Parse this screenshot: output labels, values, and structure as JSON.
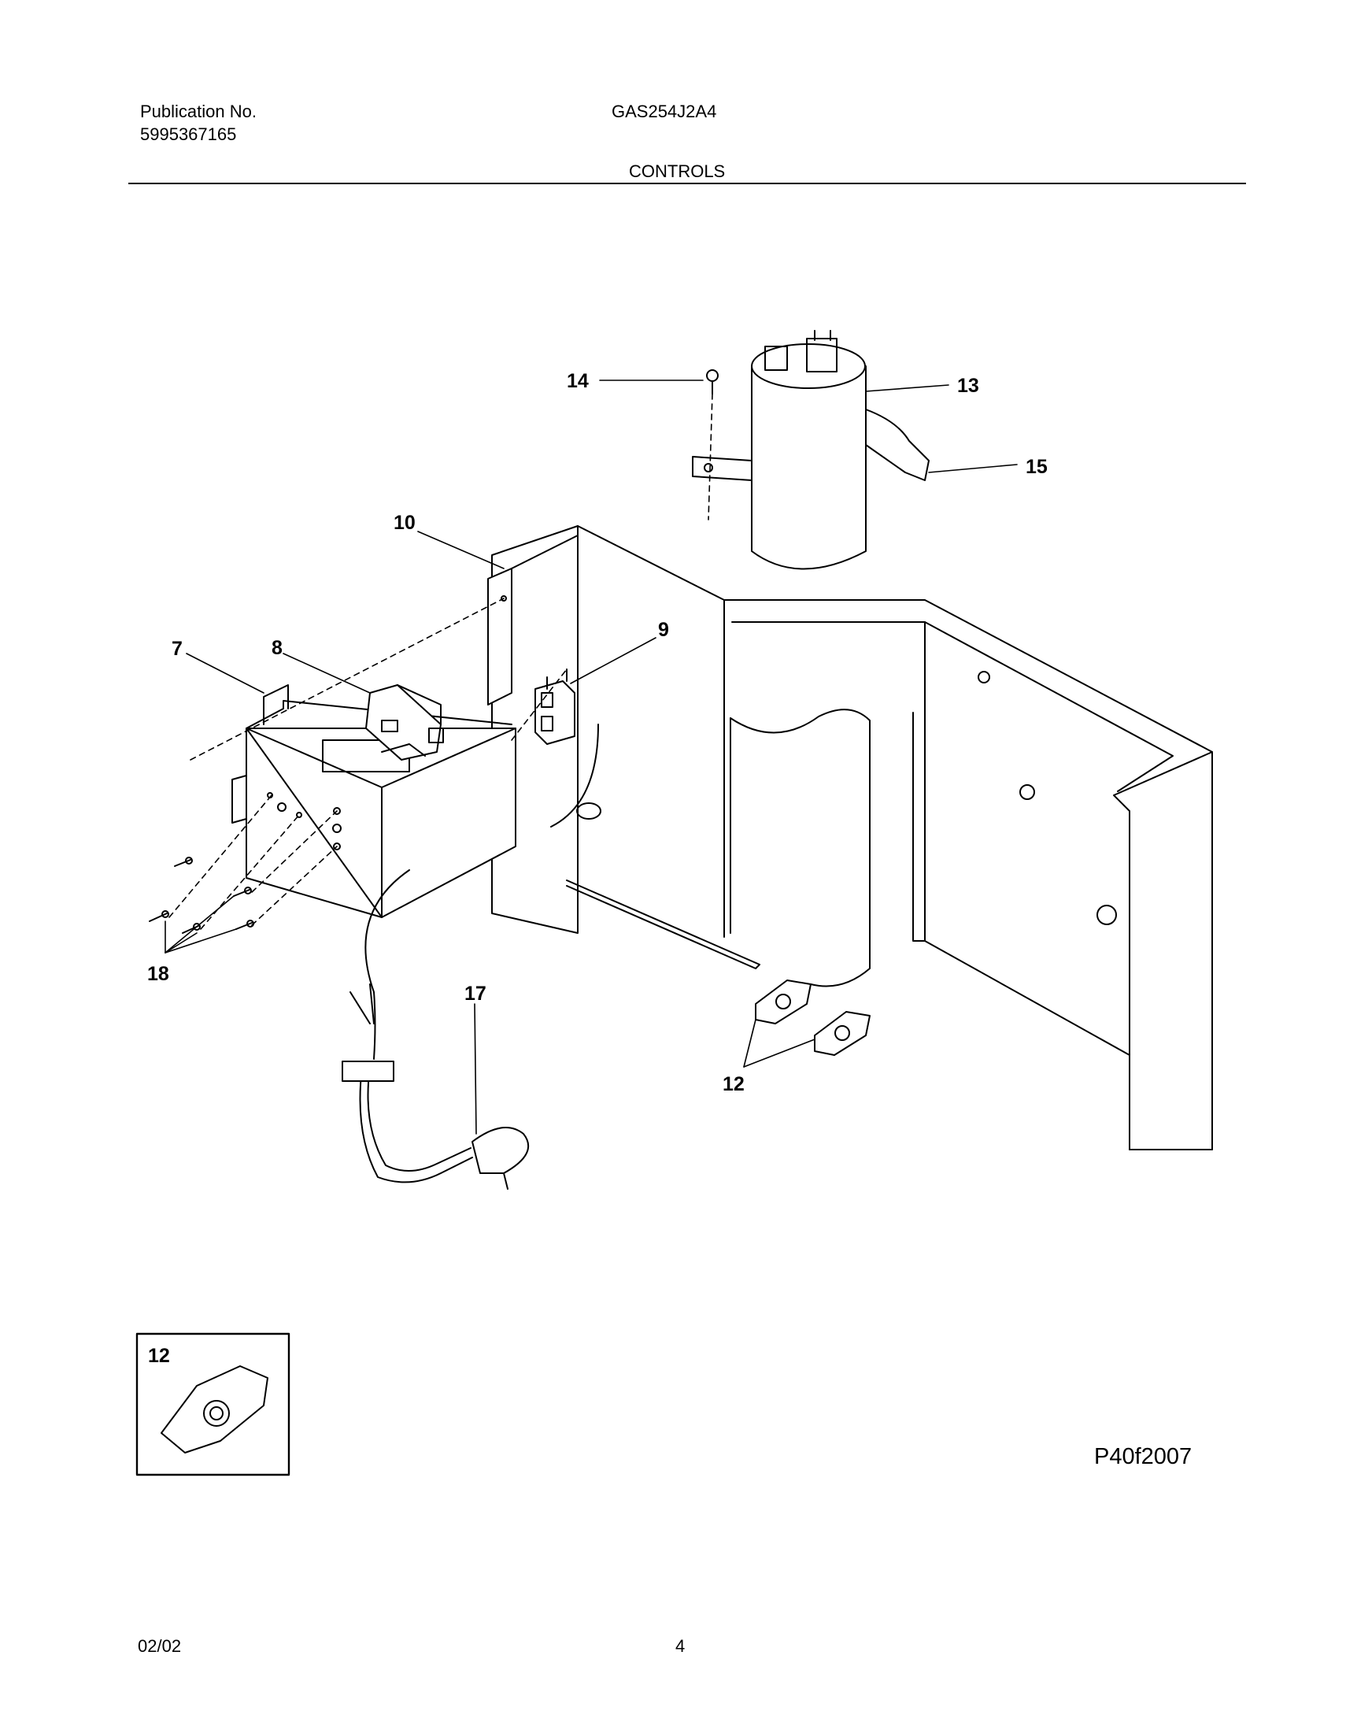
{
  "header": {
    "publication_label": "Publication No.",
    "publication_number": "5995367165",
    "model": "GAS254J2A4",
    "section_title": "CONTROLS"
  },
  "callouts": {
    "c7": "7",
    "c8": "8",
    "c9": "9",
    "c10": "10",
    "c12": "12",
    "c13": "13",
    "c14": "14",
    "c15": "15",
    "c17": "17",
    "c18": "18",
    "inset": "12"
  },
  "footer": {
    "date": "02/02",
    "page": "4",
    "figure_code": "P40f2007"
  }
}
